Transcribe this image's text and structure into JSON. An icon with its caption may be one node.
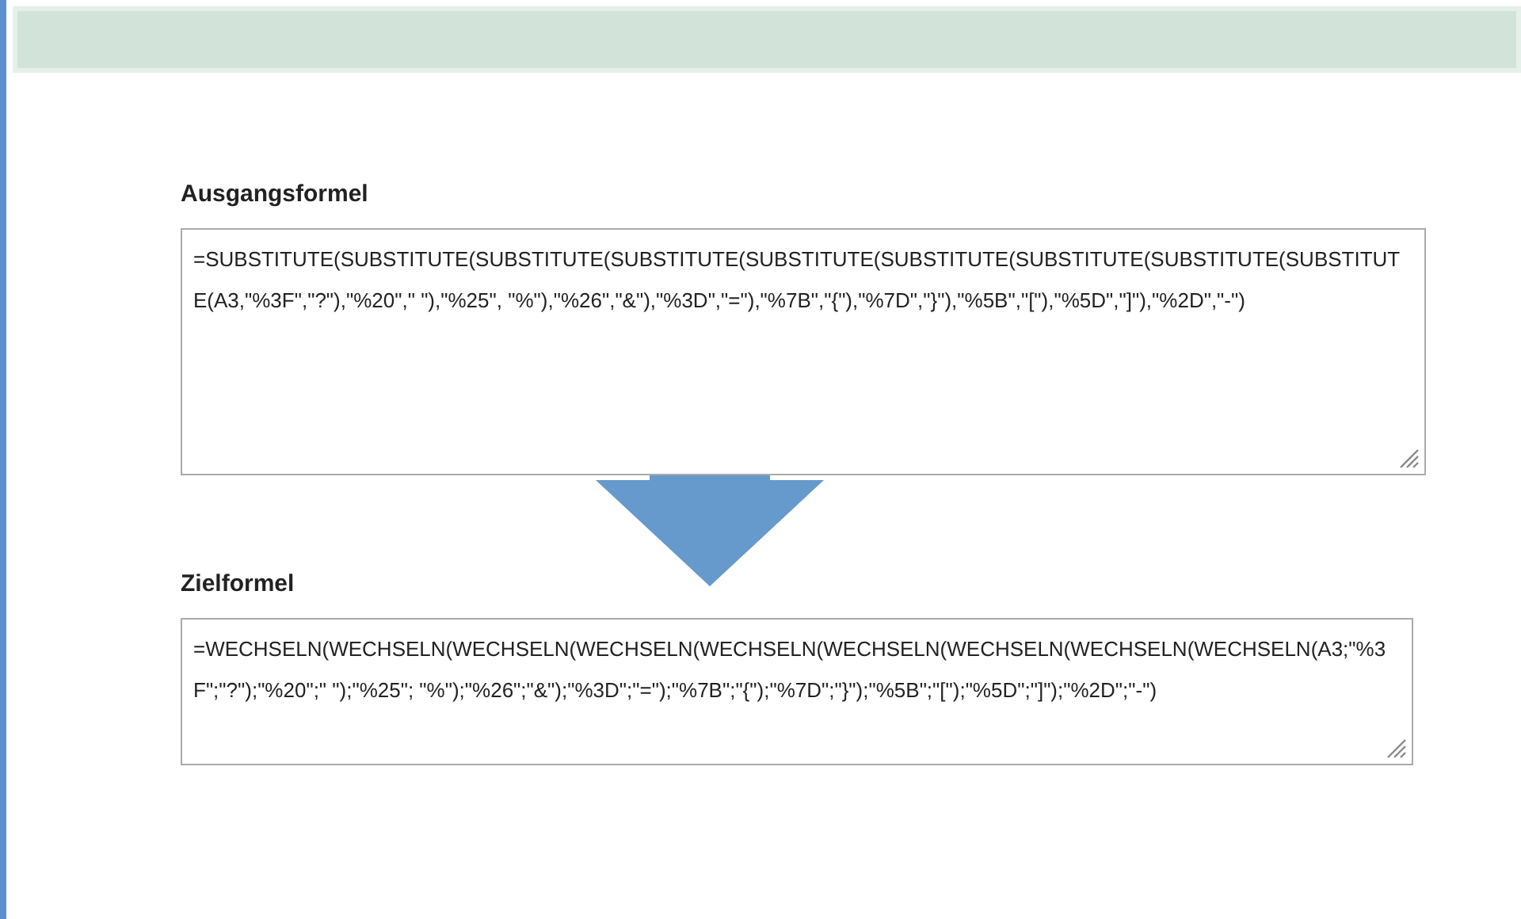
{
  "diagram": {
    "nodes": [
      {
        "text": [
          "Ausgangsformel",
          "=SUBSTITUTE(SUBSTITUTE(SUBSTITUTE(SUBSTITUTE(SUBSTITUTE(SUBSTITUTE(SUBSTITUTE(SUBSTITUTE(SUBSTITUTE(A3,\"%3F\",\"?\"),\"%20\",\" \"),\"%25\", \"%\"),\"%26\",\"&\"),\"%3D\",\"=\"),\"%7B\",\"{\"),\"%7D\",\"}\"),\"%5B\",\"[\"),\"%5D\",\"]\"),\"%2D\",\"-\")"
        ]
      },
      {
        "text": [
          "Zielformel",
          "=WECHSELN(WECHSELN(WECHSELN(WECHSELN(WECHSELN(WECHSELN(WECHSELN(WECHSELN(WECHSELN(A3;\"%3F\";\"?\");\"%20\";\" \");\"%25\"; \"%\");\"%26\";\"&\");\"%3D\";\"=\");\"%7B\";\"{\");\"%7D\";\"}\");\"%5B\";\"[\");\"%5D\";\"]\");\"%2D\";\"-\")"
        ]
      }
    ],
    "edges": [
      {
        "from": 0,
        "to": 1,
        "arrow": "to"
      }
    ]
  }
}
